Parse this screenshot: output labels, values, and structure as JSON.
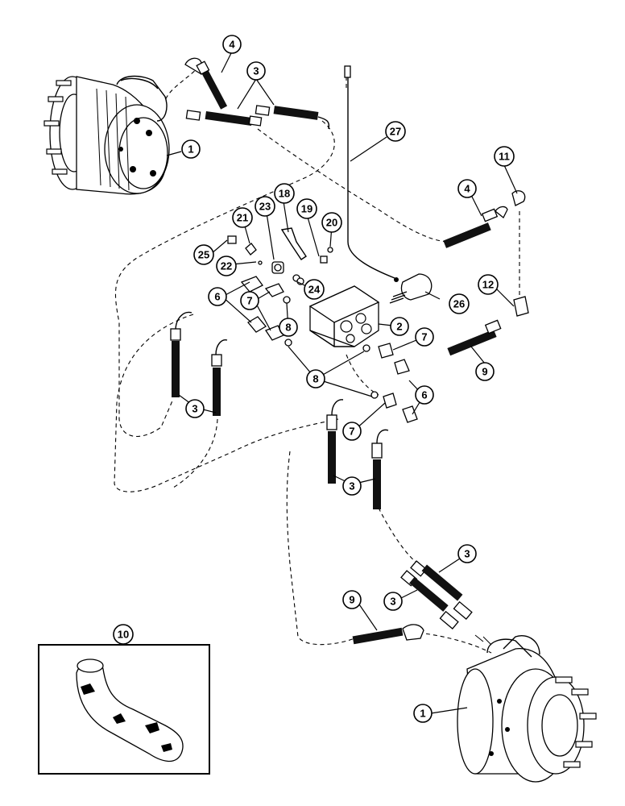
{
  "callouts": [
    {
      "id": "c-1-top",
      "label": "1"
    },
    {
      "id": "c-4-top",
      "label": "4"
    },
    {
      "id": "c-3-top",
      "label": "3"
    },
    {
      "id": "c-27",
      "label": "27"
    },
    {
      "id": "c-11",
      "label": "11"
    },
    {
      "id": "c-4-right",
      "label": "4"
    },
    {
      "id": "c-18",
      "label": "18"
    },
    {
      "id": "c-23",
      "label": "23"
    },
    {
      "id": "c-21",
      "label": "21"
    },
    {
      "id": "c-19",
      "label": "19"
    },
    {
      "id": "c-20",
      "label": "20"
    },
    {
      "id": "c-25",
      "label": "25"
    },
    {
      "id": "c-22",
      "label": "22"
    },
    {
      "id": "c-24",
      "label": "24"
    },
    {
      "id": "c-12",
      "label": "12"
    },
    {
      "id": "c-6-left",
      "label": "6"
    },
    {
      "id": "c-7-left",
      "label": "7"
    },
    {
      "id": "c-26",
      "label": "26"
    },
    {
      "id": "c-2",
      "label": "2"
    },
    {
      "id": "c-8-left",
      "label": "8"
    },
    {
      "id": "c-7-right",
      "label": "7"
    },
    {
      "id": "c-9-right",
      "label": "9"
    },
    {
      "id": "c-8-mid",
      "label": "8"
    },
    {
      "id": "c-3-left",
      "label": "3"
    },
    {
      "id": "c-6-right",
      "label": "6"
    },
    {
      "id": "c-7-low",
      "label": "7"
    },
    {
      "id": "c-3-mid",
      "label": "3"
    },
    {
      "id": "c-3-low-right",
      "label": "3"
    },
    {
      "id": "c-3-low-left",
      "label": "3"
    },
    {
      "id": "c-9-low",
      "label": "9"
    },
    {
      "id": "c-10",
      "label": "10"
    },
    {
      "id": "c-1-bottom",
      "label": "1"
    }
  ]
}
